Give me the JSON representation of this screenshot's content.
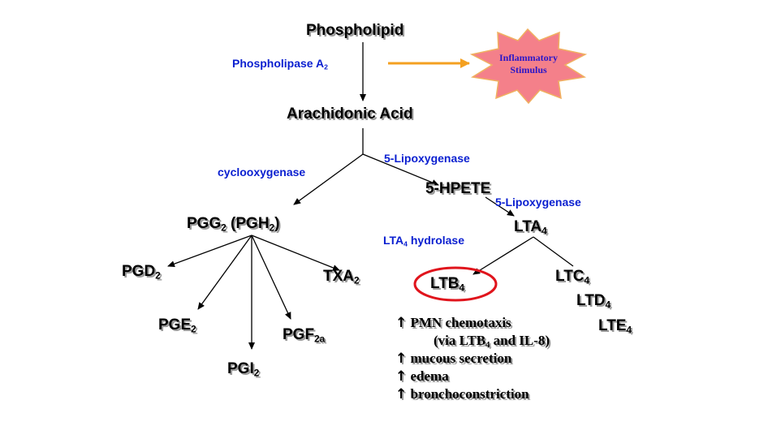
{
  "diagram": {
    "phospholipid": "Phospholipid",
    "phospholipase": {
      "text": "Phospholipase A",
      "sub": "2"
    },
    "stimulus": {
      "line1": "Inflammatory",
      "line2": "Stimulus"
    },
    "arachidonic_acid": "Arachidonic Acid",
    "cyclooxygenase": "cyclooxygenase",
    "lipoxygenase_1": "5-Lipoxygenase",
    "lipoxygenase_2": "5-Lipoxygenase",
    "hpete": "5-HPETE",
    "pgg": {
      "a": "PGG",
      "sub1": "2",
      "b": " (PGH",
      "sub2": "2",
      "c": ")"
    },
    "lta4": {
      "text": "LTA",
      "sub": "4"
    },
    "lta4_hydrolase": {
      "text": "LTA",
      "sub": "4",
      "rest": " hydrolase"
    },
    "pgd2": {
      "text": "PGD",
      "sub": "2"
    },
    "txa2": {
      "text": "TXA",
      "sub": "2"
    },
    "pge2": {
      "text": "PGE",
      "sub": "2"
    },
    "pgi2": {
      "text": "PGI",
      "sub": "2"
    },
    "pgf2a": {
      "text": "PGF",
      "sub": "2a"
    },
    "ltb4": {
      "text": "LTB",
      "sub": "4"
    },
    "ltc4": {
      "text": "LTC",
      "sub": "4"
    },
    "ltd4": {
      "text": "LTD",
      "sub": "4"
    },
    "lte4": {
      "text": "LTE",
      "sub": "4"
    },
    "effects": {
      "arrow": "↑",
      "e1": "PMN chemotaxis",
      "e1b": {
        "a": "(via LTB",
        "sub": "4",
        "b": " and IL-8)"
      },
      "e2": "mucous secretion",
      "e3": "edema",
      "e4": "bronchoconstriction"
    },
    "colors": {
      "enzyme": "#0a1fd0",
      "stimulus_fill": "#f4808a",
      "stimulus_stroke": "#f0b060",
      "stimulus_arrow": "#f4a020",
      "ltb4_circle": "#e0141c"
    }
  }
}
